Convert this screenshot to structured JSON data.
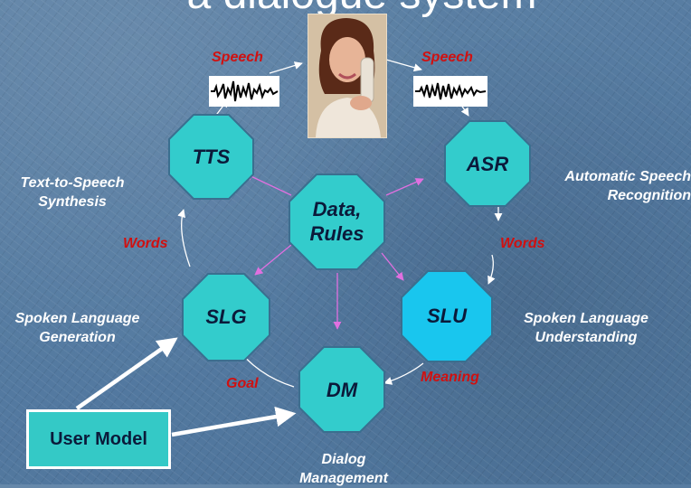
{
  "title": "a dialogue system",
  "nodes": {
    "tts": "TTS",
    "asr": "ASR",
    "data_rules": [
      "Data,",
      "Rules"
    ],
    "slg": "SLG",
    "slu": "SLU",
    "dm": "DM"
  },
  "descriptions": {
    "tts": [
      "Text-to-Speech",
      "Synthesis"
    ],
    "asr": [
      "Automatic Speech",
      "Recognition"
    ],
    "slg": [
      "Spoken Language",
      "Generation"
    ],
    "slu": [
      "Spoken Language",
      "Understanding"
    ],
    "dm": [
      "Dialog",
      "Management"
    ]
  },
  "edge_labels": {
    "speech_left": "Speech",
    "speech_right": "Speech",
    "words_left": "Words",
    "words_right": "Words",
    "goal": "Goal",
    "meaning": "Meaning"
  },
  "user_model": "User Model",
  "colors": {
    "node_fill": "#33cccc",
    "slu_fill": "#19c6ee",
    "label_red": "#d01010"
  }
}
